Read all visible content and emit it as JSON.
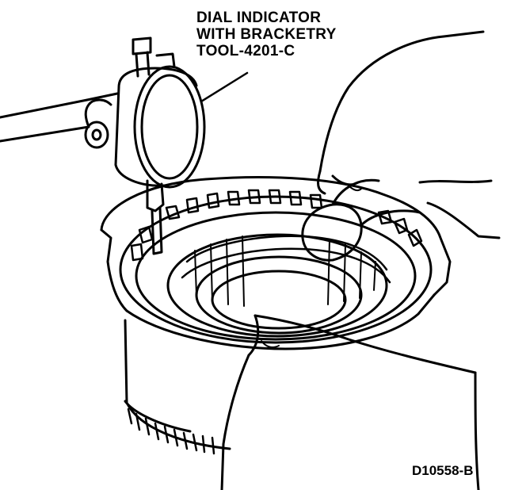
{
  "callout": {
    "line1": "DIAL INDICATOR",
    "line2": "WITH BRACKETRY",
    "line3": "TOOL-4201-C"
  },
  "figure_id": "D10558-B",
  "colors": {
    "ink": "#000000",
    "paper": "#ffffff"
  },
  "components": [
    "dial-indicator",
    "bracket-arm",
    "clutch-drum",
    "clutch-plates",
    "support-hand"
  ]
}
